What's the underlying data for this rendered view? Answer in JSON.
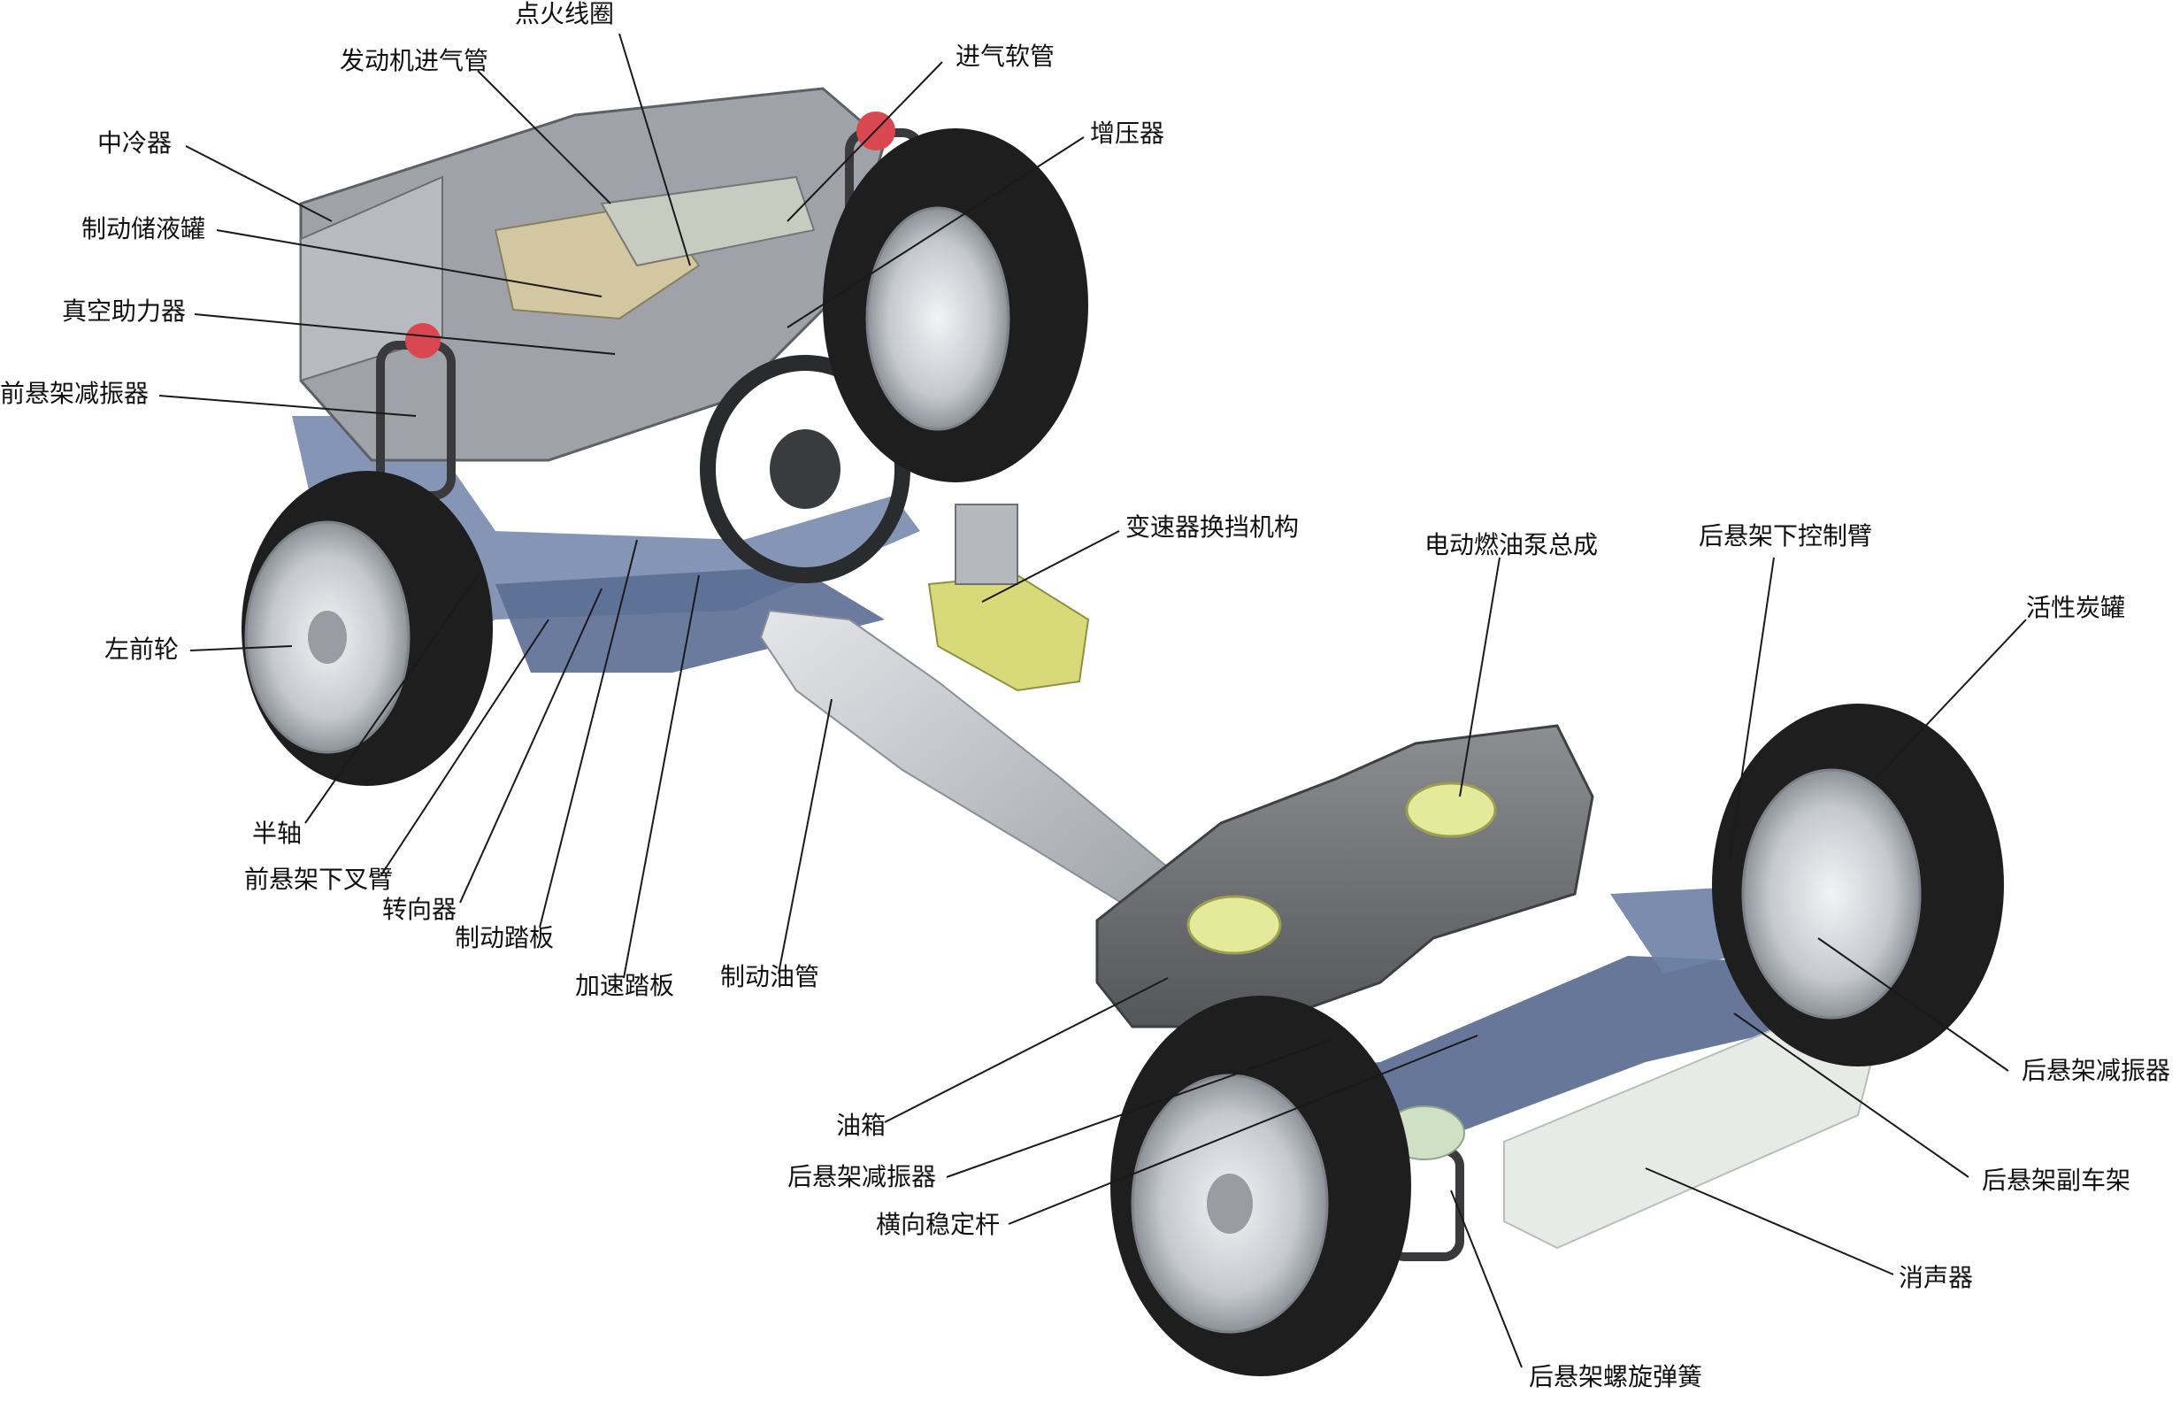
{
  "labels": {
    "ignition_coil": "点火线圈",
    "engine_intake_pipe": "发动机进气管",
    "intake_hose": "进气软管",
    "intercooler": "中冷器",
    "turbocharger": "增压器",
    "brake_reservoir": "制动储液罐",
    "vacuum_booster": "真空助力器",
    "front_shock": "前悬架减振器",
    "gear_shifter": "变速器换挡机构",
    "fuel_pump": "电动燃油泵总成",
    "rear_lower_arm": "后悬架下控制臂",
    "canister": "活性炭罐",
    "left_front_wheel": "左前轮",
    "half_shaft": "半轴",
    "front_lower_arm": "前悬架下叉臂",
    "steering_gear": "转向器",
    "brake_pedal": "制动踏板",
    "accelerator_pedal": "加速踏板",
    "brake_line": "制动油管",
    "fuel_tank": "油箱",
    "rear_shock_left": "后悬架减振器",
    "stabilizer_bar": "横向稳定杆",
    "rear_shock_right": "后悬架减振器",
    "rear_subframe": "后悬架副车架",
    "muffler": "消声器",
    "rear_coil_spring": "后悬架螺旋弹簧"
  },
  "colors": {
    "tire": "#1e1e1e",
    "rim": "#c8ccd2",
    "frame": "#5c6f96",
    "engine": "#9a9ea4",
    "tank": "#6f7074",
    "exhaust": "#b9bdc2",
    "spring": "#3a3a3c",
    "mount": "#cfd2a0",
    "canister": "#7f9d8e",
    "leader": "#1a1a1a"
  }
}
